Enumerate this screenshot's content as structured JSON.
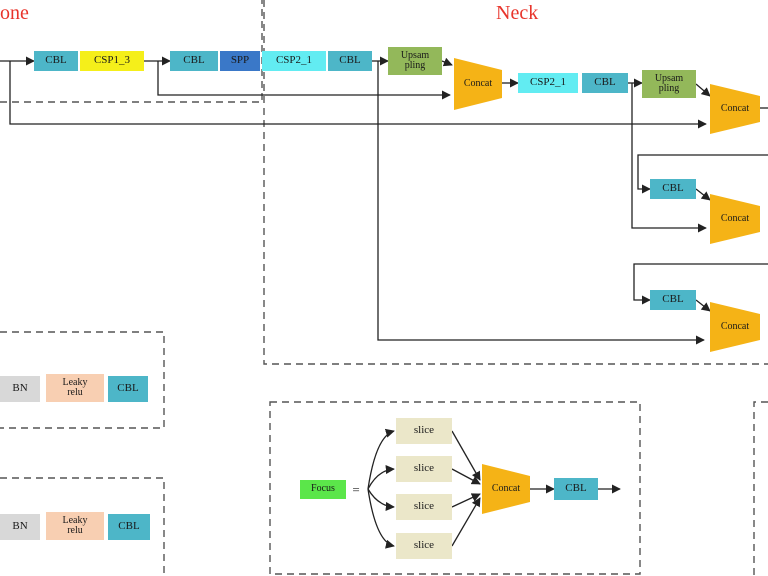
{
  "sections": {
    "backbone": "one",
    "neck": "Neck"
  },
  "labels": {
    "cbl": "CBL",
    "csp1_3": "CSP1_3",
    "spp": "SPP",
    "csp2_1": "CSP2_1",
    "upsampling": "Upsam\npling",
    "concat": "Concat",
    "bn": "BN",
    "leaky_relu": "Leaky\nrelu",
    "focus": "Focus",
    "slice": "slice",
    "equals": "="
  },
  "colors": {
    "cbl": "#4db6c8",
    "csp1": "#f5ef1a",
    "spp": "#3a78c8",
    "csp2": "#62ecf2",
    "upsampling": "#93b85a",
    "concat": "#f5b316",
    "bn": "#d8d8d8",
    "leaky": "#f8cfb2",
    "focus": "#5be64a",
    "slice": "#ebe7c9",
    "section_title": "#e8342b"
  }
}
